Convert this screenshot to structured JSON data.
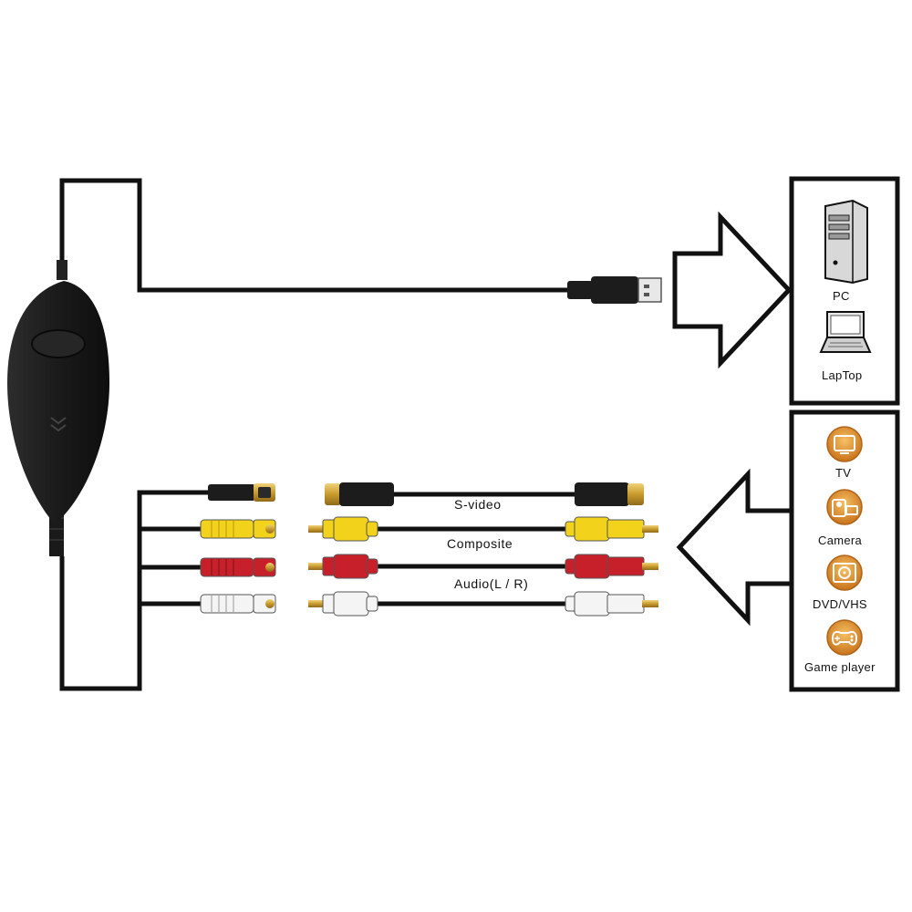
{
  "cables": {
    "svideo": "S-video",
    "composite": "Composite",
    "audio": "Audio(L / R)"
  },
  "output_devices": {
    "pc": "PC",
    "laptop": "LapTop"
  },
  "input_devices": {
    "tv": "TV",
    "camera": "Camera",
    "dvd": "DVD/VHS",
    "game": "Game player"
  },
  "colors": {
    "device_body": "#1c1c1c",
    "wire": "#111111",
    "plug_yellow": "#f2d21b",
    "plug_red": "#c8202a",
    "plug_white": "#f4f4f4",
    "gold_tip": "#d8b24a",
    "icon_orange": "#e0902a"
  }
}
